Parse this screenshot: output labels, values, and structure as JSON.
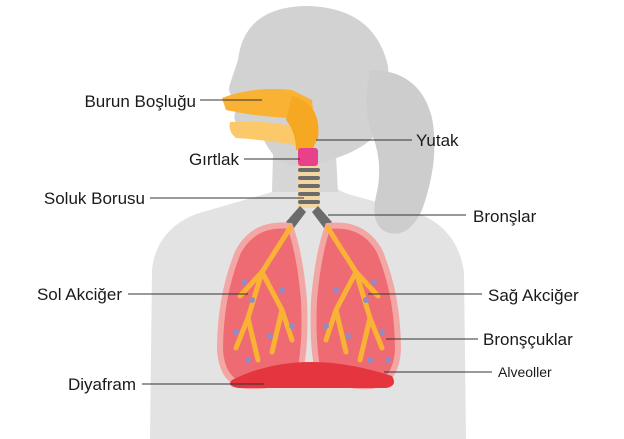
{
  "labels": {
    "nasal_cavity": "Burun Boşluğu",
    "pharynx": "Yutak",
    "larynx": "Gırtlak",
    "trachea": "Soluk Borusu",
    "bronchi": "Bronşlar",
    "left_lung": "Sol Akciğer",
    "right_lung": "Sağ Akciğer",
    "bronchioles": "Bronşçuklar",
    "diaphragm": "Diyafram",
    "alveoli": "Alveoller"
  },
  "colors": {
    "silhouette": "#d2d2d2",
    "torso": "#e3e3e3",
    "airway_orange": "#f9b233",
    "larynx_pink": "#e8408a",
    "trachea_gray": "#6b6b6b",
    "lung_pink": "#ef6b73",
    "lung_outline": "#f3a7a4",
    "alveoli_purple": "#8f8cc8",
    "diaphragm_red": "#e5363f"
  }
}
